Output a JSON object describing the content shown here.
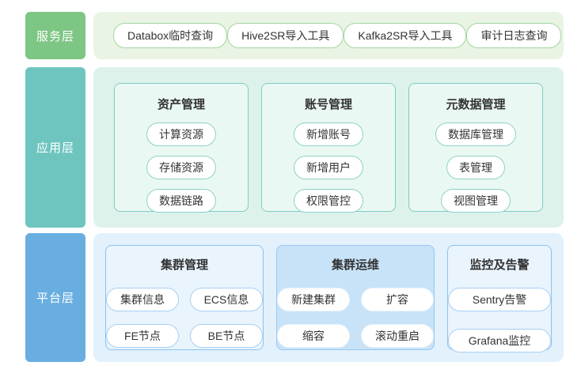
{
  "diagram": {
    "layers": [
      {
        "label": "服务层",
        "items": [
          "Databox临时查询",
          "Hive2SR导入工具",
          "Kafka2SR导入工具",
          "审计日志查询"
        ]
      },
      {
        "label": "应用层",
        "groups": [
          {
            "title": "资产管理",
            "items": [
              "计算资源",
              "存储资源",
              "数据链路"
            ]
          },
          {
            "title": "账号管理",
            "items": [
              "新增账号",
              "新增用户",
              "权限管控"
            ]
          },
          {
            "title": "元数据管理",
            "items": [
              "数据库管理",
              "表管理",
              "视图管理"
            ]
          }
        ]
      },
      {
        "label": "平台层",
        "groups": [
          {
            "title": "集群管理",
            "items": [
              "集群信息",
              "ECS信息",
              "FE节点",
              "BE节点"
            ]
          },
          {
            "title": "集群运维",
            "items": [
              "新建集群",
              "扩容",
              "缩容",
              "滚动重启"
            ]
          },
          {
            "title": "监控及告警",
            "items": [
              "Sentry告警",
              "Grafana监控"
            ]
          }
        ]
      }
    ]
  },
  "colors": {
    "service_label_bg": "#7dc684",
    "application_label_bg": "#6ec5c0",
    "platform_label_bg": "#68aee1",
    "service_panel_bg": "#e9f4e4",
    "application_panel_bg": "#def2ec",
    "platform_panel_bg": "#e2f1fc",
    "application_card_bg": "#eaf8f3",
    "application_card_border": "#7fccc3",
    "platform_card_bg": "#e9f4fd",
    "platform_card_border": "#8cc2ee",
    "ops_card_bg": "#c8e3f8",
    "pill_bg": "#ffffff",
    "text": "#333333"
  }
}
